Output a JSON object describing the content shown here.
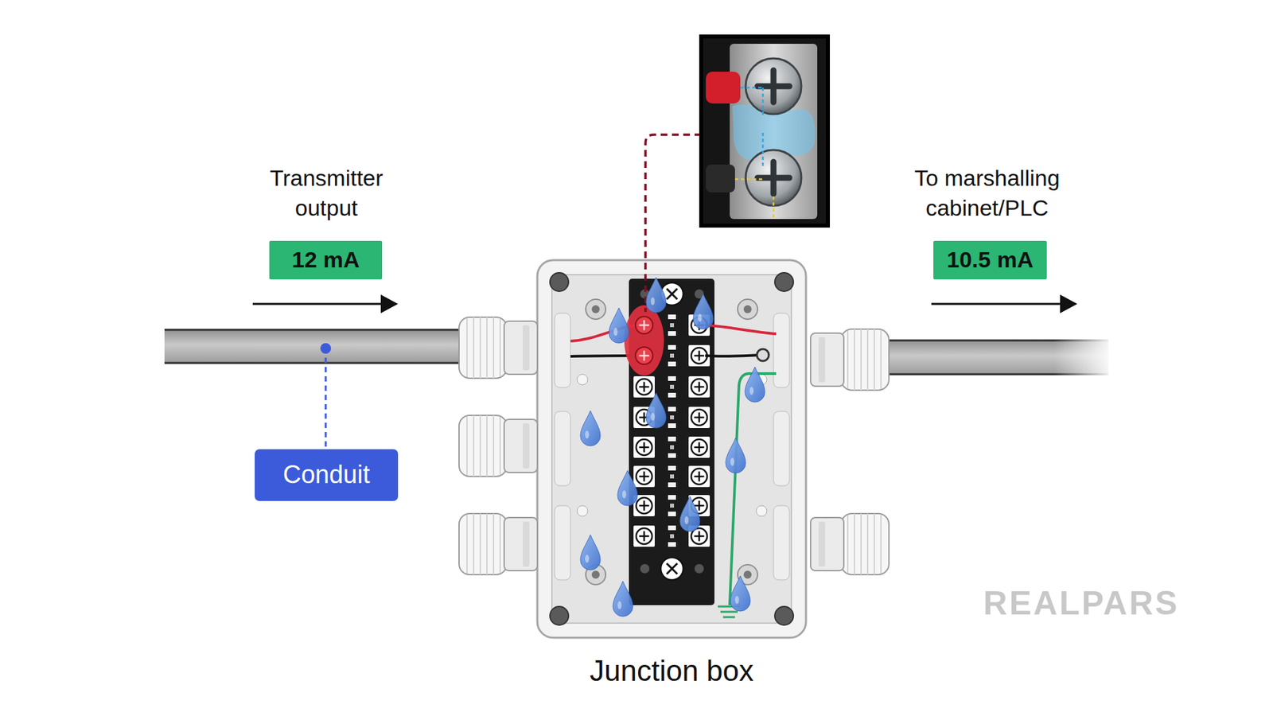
{
  "diagram": {
    "nodes": [
      {
        "text": [
          "12 mA"
        ]
      },
      {
        "text": [
          "10.5 mA"
        ]
      },
      {
        "text": [
          "Conduit"
        ]
      },
      {
        "text": [
          "Junction box"
        ]
      }
    ],
    "labels": [
      "Transmitter output",
      "To marshalling cabinet/PLC",
      "REALPARS"
    ]
  }
}
